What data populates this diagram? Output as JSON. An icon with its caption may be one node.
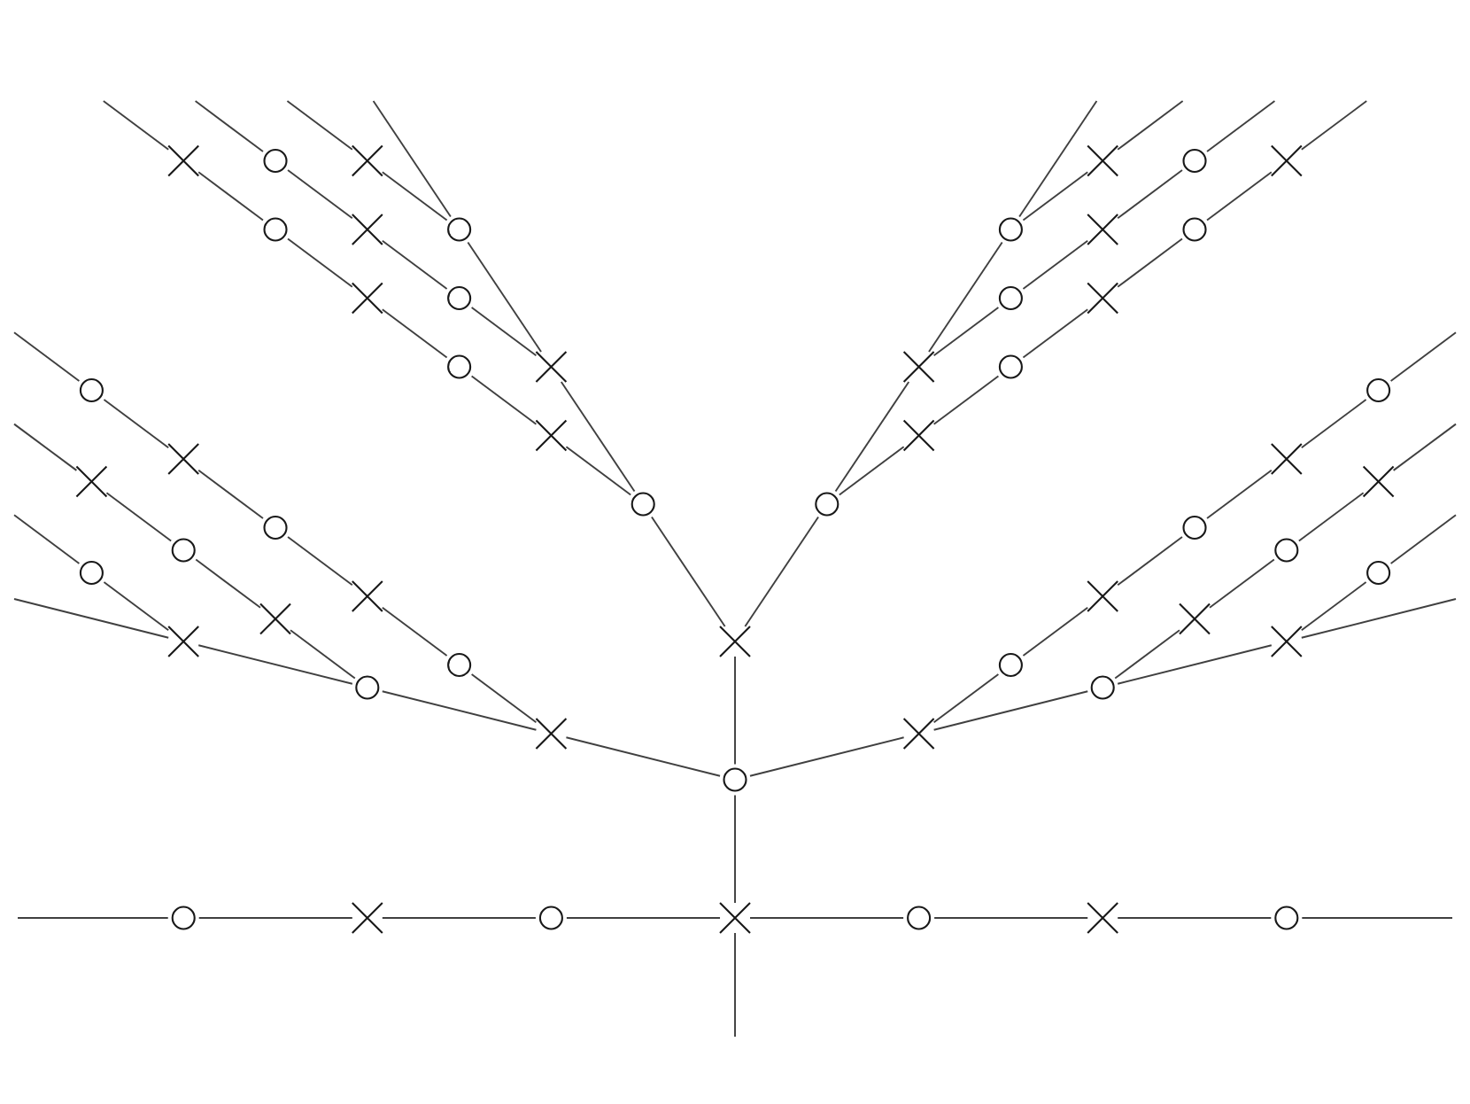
{
  "diagram": {
    "nodes": [
      {
        "text": [],
        "shape": "cross"
      },
      {
        "text": [],
        "shape": "circle"
      },
      {
        "text": [],
        "shape": "cross"
      },
      {
        "text": [],
        "shape": "cross"
      },
      {
        "text": [],
        "shape": "circle"
      },
      {
        "text": [],
        "shape": "cross"
      },
      {
        "text": [],
        "shape": "circle"
      },
      {
        "text": [],
        "shape": "cross"
      },
      {
        "text": [],
        "shape": "circle"
      },
      {
        "text": [],
        "shape": "circle"
      },
      {
        "text": [],
        "shape": "cross"
      },
      {
        "text": [],
        "shape": "circle"
      },
      {
        "text": [],
        "shape": "cross"
      },
      {
        "text": [],
        "shape": "circle"
      },
      {
        "text": [],
        "shape": "circle"
      },
      {
        "text": [],
        "shape": "cross"
      },
      {
        "text": [],
        "shape": "circle"
      },
      {
        "text": [],
        "shape": "cross"
      },
      {
        "text": [],
        "shape": "cross"
      },
      {
        "text": [],
        "shape": "circle"
      },
      {
        "text": [],
        "shape": "circle"
      },
      {
        "text": [],
        "shape": "circle"
      },
      {
        "text": [],
        "shape": "cross"
      },
      {
        "text": [],
        "shape": "cross"
      },
      {
        "text": [],
        "shape": "cross"
      },
      {
        "text": [],
        "shape": "cross"
      },
      {
        "text": [],
        "shape": "cross"
      },
      {
        "text": [],
        "shape": "cross"
      },
      {
        "text": [],
        "shape": "circle"
      },
      {
        "text": [],
        "shape": "circle"
      },
      {
        "text": [],
        "shape": "circle"
      },
      {
        "text": [],
        "shape": "circle"
      },
      {
        "text": [],
        "shape": "circle"
      },
      {
        "text": [],
        "shape": "circle"
      },
      {
        "text": [],
        "shape": "circle"
      },
      {
        "text": [],
        "shape": "circle"
      },
      {
        "text": [],
        "shape": "cross"
      },
      {
        "text": [],
        "shape": "cross"
      },
      {
        "text": [],
        "shape": "cross"
      },
      {
        "text": [],
        "shape": "cross"
      },
      {
        "text": [],
        "shape": "cross"
      },
      {
        "text": [],
        "shape": "cross"
      },
      {
        "text": [],
        "shape": "cross"
      },
      {
        "text": [],
        "shape": "circle"
      },
      {
        "text": [],
        "shape": "circle"
      },
      {
        "text": [],
        "shape": "circle"
      },
      {
        "text": [],
        "shape": "circle"
      },
      {
        "text": [],
        "shape": "cross"
      },
      {
        "text": [],
        "shape": "cross"
      },
      {
        "text": [],
        "shape": "circle"
      },
      {
        "text": [],
        "shape": "circle"
      },
      {
        "text": [],
        "shape": "cross"
      },
      {
        "text": [],
        "shape": "circle"
      },
      {
        "text": [],
        "shape": "cross"
      },
      {
        "text": [],
        "shape": "circle"
      },
      {
        "text": [],
        "shape": "cross"
      },
      {
        "text": [],
        "shape": "circle"
      }
    ],
    "edges": [
      {
        "from": 41,
        "to": 28,
        "arrow": "none"
      },
      {
        "from": 28,
        "to": 17,
        "arrow": "none"
      },
      {
        "from": 17,
        "to": 8,
        "arrow": "none"
      },
      {
        "from": 8,
        "to": null,
        "arrow": "none"
      },
      {
        "from": 28,
        "to": 22,
        "arrow": "none"
      },
      {
        "from": 22,
        "to": 16,
        "arrow": "none"
      },
      {
        "from": 16,
        "to": 12,
        "arrow": "none"
      },
      {
        "from": 12,
        "to": 6,
        "arrow": "none"
      },
      {
        "from": 6,
        "to": 0,
        "arrow": "none"
      },
      {
        "from": 0,
        "to": null,
        "arrow": "none"
      },
      {
        "from": 17,
        "to": 13,
        "arrow": "none"
      },
      {
        "from": 13,
        "to": 7,
        "arrow": "none"
      },
      {
        "from": 7,
        "to": 1,
        "arrow": "none"
      },
      {
        "from": 1,
        "to": null,
        "arrow": "none"
      },
      {
        "from": 8,
        "to": 2,
        "arrow": "none"
      },
      {
        "from": 2,
        "to": null,
        "arrow": "none"
      },
      {
        "from": 41,
        "to": 29,
        "arrow": "none"
      },
      {
        "from": 29,
        "to": 18,
        "arrow": "none"
      },
      {
        "from": 18,
        "to": 9,
        "arrow": "none"
      },
      {
        "from": 9,
        "to": null,
        "arrow": "none"
      },
      {
        "from": 29,
        "to": 23,
        "arrow": "none"
      },
      {
        "from": 23,
        "to": 19,
        "arrow": "none"
      },
      {
        "from": 19,
        "to": 15,
        "arrow": "none"
      },
      {
        "from": 15,
        "to": 11,
        "arrow": "none"
      },
      {
        "from": 11,
        "to": 5,
        "arrow": "none"
      },
      {
        "from": 5,
        "to": null,
        "arrow": "none"
      },
      {
        "from": 18,
        "to": 14,
        "arrow": "none"
      },
      {
        "from": 14,
        "to": 10,
        "arrow": "none"
      },
      {
        "from": 10,
        "to": 4,
        "arrow": "none"
      },
      {
        "from": 4,
        "to": null,
        "arrow": "none"
      },
      {
        "from": 9,
        "to": 3,
        "arrow": "none"
      },
      {
        "from": 3,
        "to": null,
        "arrow": "none"
      },
      {
        "from": 49,
        "to": 41,
        "arrow": "none"
      },
      {
        "from": 53,
        "to": 49,
        "arrow": "none"
      },
      {
        "from": 49,
        "to": 47,
        "arrow": "none"
      },
      {
        "from": 47,
        "to": 45,
        "arrow": "none"
      },
      {
        "from": 45,
        "to": 40,
        "arrow": "none"
      },
      {
        "from": 40,
        "to": null,
        "arrow": "none"
      },
      {
        "from": 47,
        "to": 43,
        "arrow": "none"
      },
      {
        "from": 43,
        "to": 36,
        "arrow": "none"
      },
      {
        "from": 36,
        "to": 30,
        "arrow": "none"
      },
      {
        "from": 30,
        "to": 24,
        "arrow": "none"
      },
      {
        "from": 24,
        "to": 20,
        "arrow": "none"
      },
      {
        "from": 20,
        "to": null,
        "arrow": "none"
      },
      {
        "from": 45,
        "to": 38,
        "arrow": "none"
      },
      {
        "from": 38,
        "to": 32,
        "arrow": "none"
      },
      {
        "from": 32,
        "to": 26,
        "arrow": "none"
      },
      {
        "from": 26,
        "to": null,
        "arrow": "none"
      },
      {
        "from": 40,
        "to": 34,
        "arrow": "none"
      },
      {
        "from": 34,
        "to": null,
        "arrow": "none"
      },
      {
        "from": 49,
        "to": 48,
        "arrow": "none"
      },
      {
        "from": 48,
        "to": 46,
        "arrow": "none"
      },
      {
        "from": 46,
        "to": 42,
        "arrow": "none"
      },
      {
        "from": 42,
        "to": null,
        "arrow": "none"
      },
      {
        "from": 48,
        "to": 44,
        "arrow": "none"
      },
      {
        "from": 44,
        "to": 37,
        "arrow": "none"
      },
      {
        "from": 37,
        "to": 31,
        "arrow": "none"
      },
      {
        "from": 31,
        "to": 25,
        "arrow": "none"
      },
      {
        "from": 25,
        "to": 21,
        "arrow": "none"
      },
      {
        "from": 21,
        "to": null,
        "arrow": "none"
      },
      {
        "from": 46,
        "to": 39,
        "arrow": "none"
      },
      {
        "from": 39,
        "to": 33,
        "arrow": "none"
      },
      {
        "from": 33,
        "to": 27,
        "arrow": "none"
      },
      {
        "from": 27,
        "to": null,
        "arrow": "none"
      },
      {
        "from": 42,
        "to": 35,
        "arrow": "none"
      },
      {
        "from": 35,
        "to": null,
        "arrow": "none"
      },
      {
        "from": null,
        "to": 50,
        "arrow": "none"
      },
      {
        "from": 50,
        "to": 51,
        "arrow": "none"
      },
      {
        "from": 51,
        "to": 52,
        "arrow": "none"
      },
      {
        "from": 52,
        "to": 53,
        "arrow": "none"
      },
      {
        "from": 53,
        "to": 54,
        "arrow": "none"
      },
      {
        "from": 54,
        "to": 55,
        "arrow": "none"
      },
      {
        "from": 55,
        "to": 56,
        "arrow": "none"
      },
      {
        "from": 56,
        "to": null,
        "arrow": "none"
      },
      {
        "from": 53,
        "to": null,
        "arrow": "none"
      }
    ]
  }
}
